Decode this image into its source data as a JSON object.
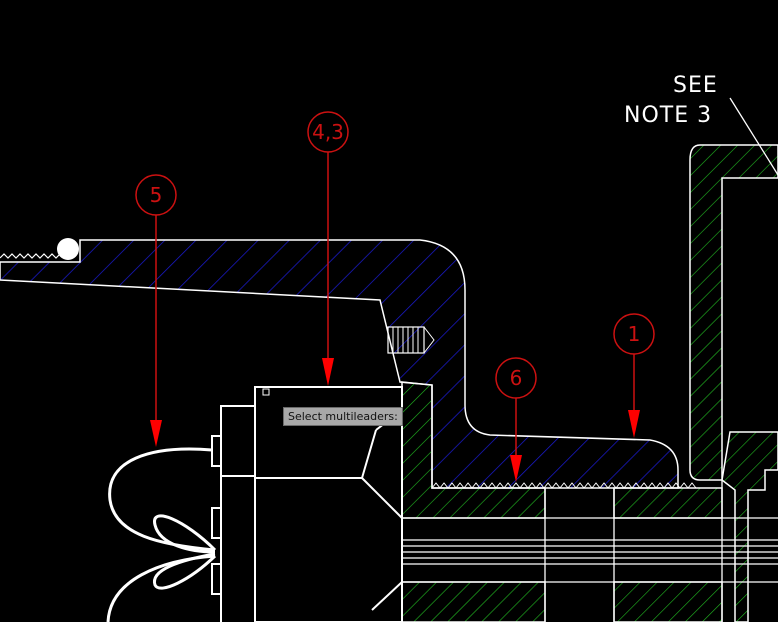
{
  "drawing": {
    "note_line1": "SEE",
    "note_line2": "NOTE 3",
    "balloons": [
      {
        "label": "5"
      },
      {
        "label": "4,3"
      },
      {
        "label": "6"
      },
      {
        "label": "1"
      }
    ]
  },
  "tooltip": {
    "text": "Select multileaders:"
  },
  "colors": {
    "background": "#000000",
    "outline": "#ffffff",
    "leader": "#cc1111",
    "blue_hatch": "#1a1acc",
    "green_hatch": "#22bb22",
    "tooltip_bg": "#a8a8a8"
  }
}
